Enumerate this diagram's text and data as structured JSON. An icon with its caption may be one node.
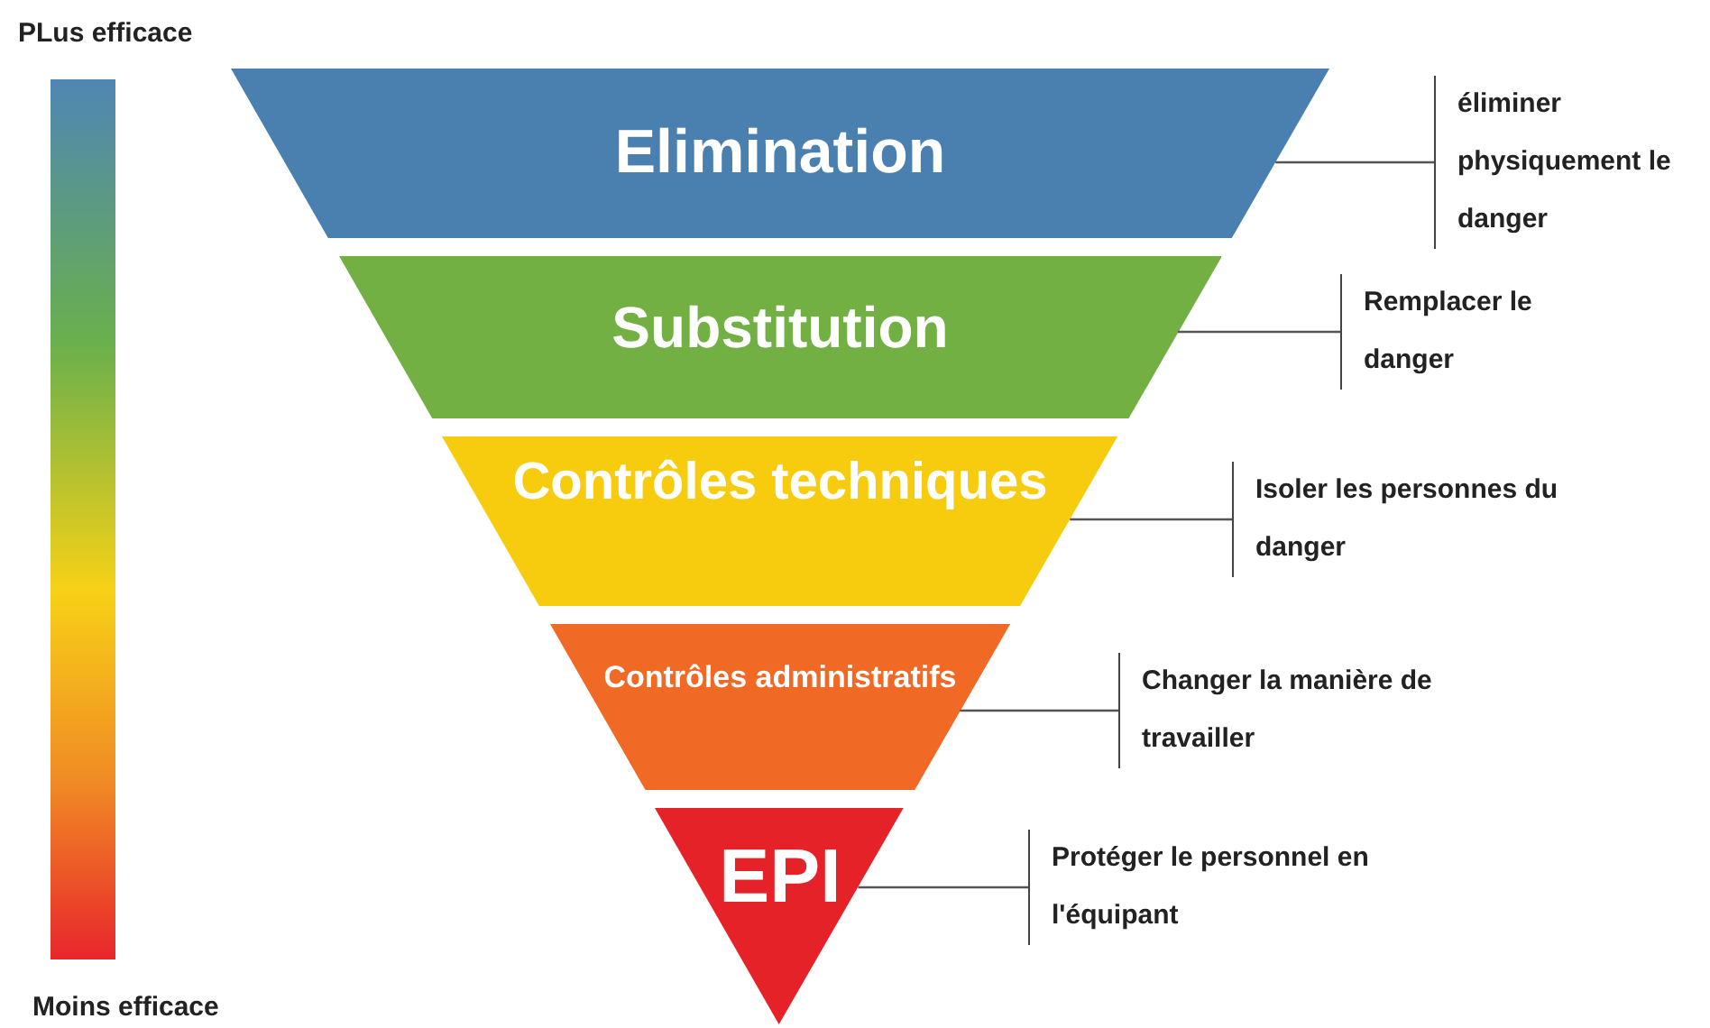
{
  "diagram": {
    "nodes": [
      {
        "text": [
          "Elimination"
        ]
      },
      {
        "text": [
          "Substitution"
        ]
      },
      {
        "text": [
          "Contrôles techniques"
        ]
      },
      {
        "text": [
          "Contrôles administratifs"
        ]
      },
      {
        "text": [
          "EPI"
        ]
      },
      {
        "text": [
          "éliminer physiquement le danger"
        ]
      },
      {
        "text": [
          "Remplacer le danger"
        ]
      },
      {
        "text": [
          "Isoler les personnes du danger"
        ]
      },
      {
        "text": [
          "Changer la manière de travailler"
        ]
      },
      {
        "text": [
          "Protéger le personnel en l'équipant"
        ]
      },
      {
        "text": [],
        "shape": "bar"
      }
    ],
    "edges": [
      {
        "from": 0,
        "to": 5,
        "arrow": "none"
      },
      {
        "from": 1,
        "to": 6,
        "arrow": "none"
      },
      {
        "from": 2,
        "to": 7,
        "arrow": "none"
      },
      {
        "from": 3,
        "to": 8,
        "arrow": "none"
      },
      {
        "from": 4,
        "to": 9,
        "arrow": "none"
      }
    ],
    "labels": [
      "PLus efficace",
      "Moins efficace"
    ]
  }
}
